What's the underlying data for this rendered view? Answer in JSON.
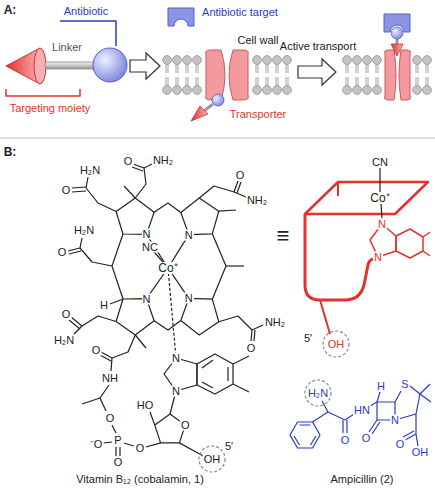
{
  "diagram": {
    "labels": [
      "A:",
      "Antibiotic",
      "Linker",
      "Targeting moiety",
      "Antibiotic target",
      "Cell wall",
      "Transporter",
      "Active transport",
      "B:",
      "NC",
      "Co⁺",
      "N",
      "N",
      "N",
      "N",
      "H₂N",
      "O",
      "O",
      "NH₂",
      "O",
      "NH₂",
      "O",
      "H₂N",
      "H",
      "O",
      "H₂N",
      "NH₂",
      "O",
      "O",
      "NH",
      "O",
      "P",
      "⁻O",
      "O",
      "O",
      "O",
      "HO",
      "N",
      "N",
      "OH",
      "5'",
      "Vitamin B₁₂ (cobalamin, 1)",
      "≡",
      "CN",
      "Co⁺",
      "N",
      "N",
      "5'",
      "OH",
      "H₂N",
      "H",
      "S",
      "HN",
      "N",
      "O",
      "O",
      "O",
      "OH",
      "Ampicillin (2)"
    ]
  }
}
